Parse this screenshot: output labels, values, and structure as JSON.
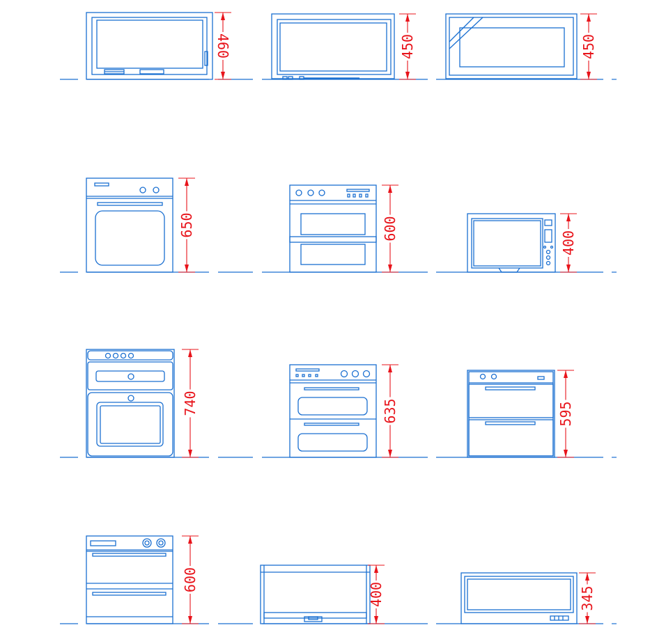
{
  "colors": {
    "outline": "#1a6fd1",
    "dimension": "#e8141b",
    "background": "#ffffff"
  },
  "appliances": [
    {
      "name": "built-in-microwave-wide",
      "height_label": "460"
    },
    {
      "name": "built-in-microwave-panel",
      "height_label": "450"
    },
    {
      "name": "built-in-glass-oven",
      "height_label": "450"
    },
    {
      "name": "single-oven-knobs",
      "height_label": "650"
    },
    {
      "name": "double-oven-a",
      "height_label": "600"
    },
    {
      "name": "countertop-microwave",
      "height_label": "400"
    },
    {
      "name": "tall-double-oven",
      "height_label": "740"
    },
    {
      "name": "double-oven-b",
      "height_label": "635"
    },
    {
      "name": "warming-drawers",
      "height_label": "595"
    },
    {
      "name": "double-drawer-oven",
      "height_label": "600"
    },
    {
      "name": "range-hood",
      "height_label": "400"
    },
    {
      "name": "compact-microwave",
      "height_label": "345"
    }
  ]
}
